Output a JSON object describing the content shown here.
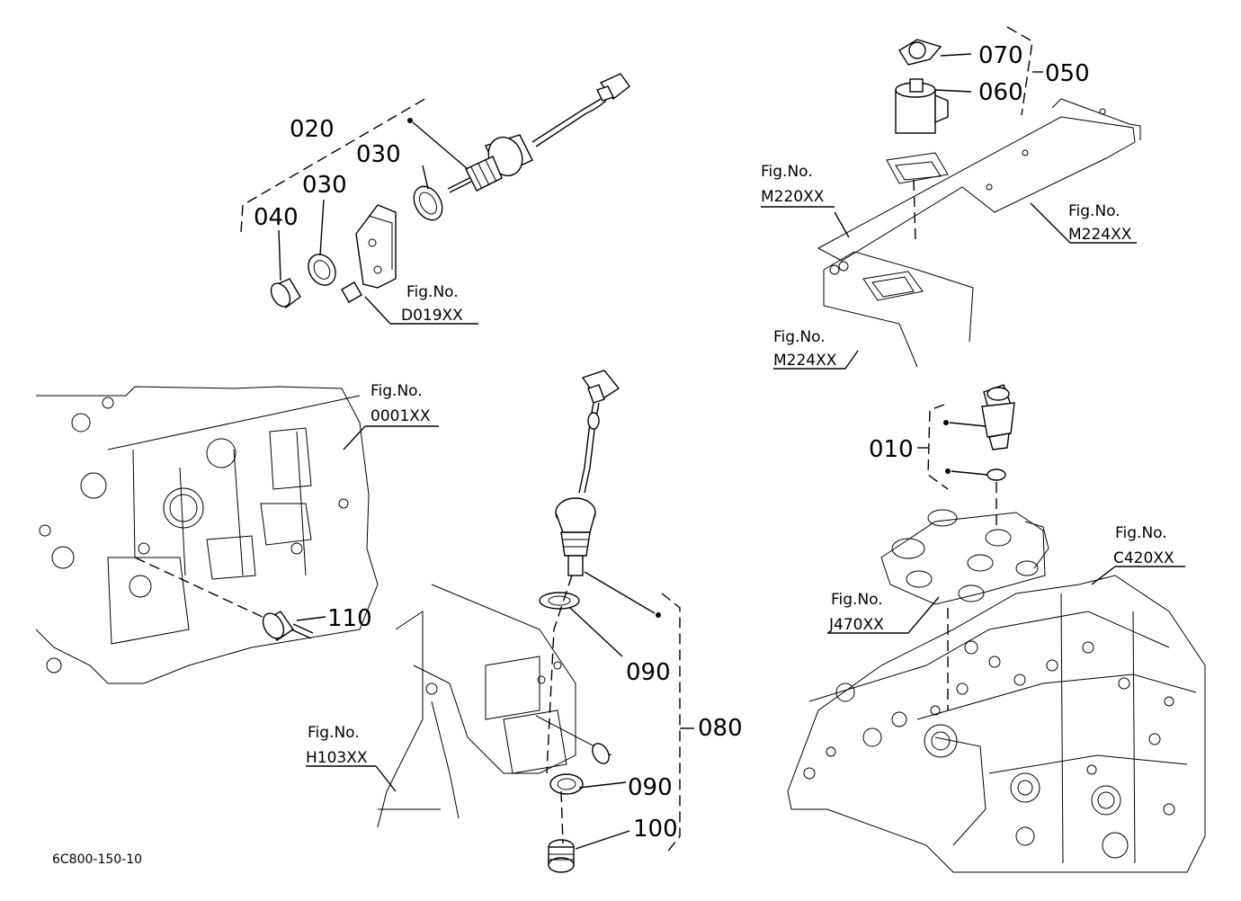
{
  "part_labels": {
    "p020": "020",
    "p030a": "030",
    "p030b": "030",
    "p040": "040",
    "p070": "070",
    "p060": "060",
    "p050": "050",
    "p010": "010",
    "p110": "110",
    "p090a": "090",
    "p080": "080",
    "p090b": "090",
    "p100": "100"
  },
  "fig_refs": {
    "d019": {
      "prefix": "Fig.No.",
      "code": "D019XX"
    },
    "m220": {
      "prefix": "Fig.No.",
      "code": "M220XX"
    },
    "m224a": {
      "prefix": "Fig.No.",
      "code": "M224XX"
    },
    "m224b": {
      "prefix": "Fig.No.",
      "code": "M224XX"
    },
    "f0001": {
      "prefix": "Fig.No.",
      "code": "0001XX"
    },
    "c420": {
      "prefix": "Fig.No.",
      "code": "C420XX"
    },
    "j470": {
      "prefix": "Fig.No.",
      "code": "J470XX"
    },
    "h103": {
      "prefix": "Fig.No.",
      "code": "H103XX"
    }
  },
  "drawing_id": "6C800-150-10"
}
